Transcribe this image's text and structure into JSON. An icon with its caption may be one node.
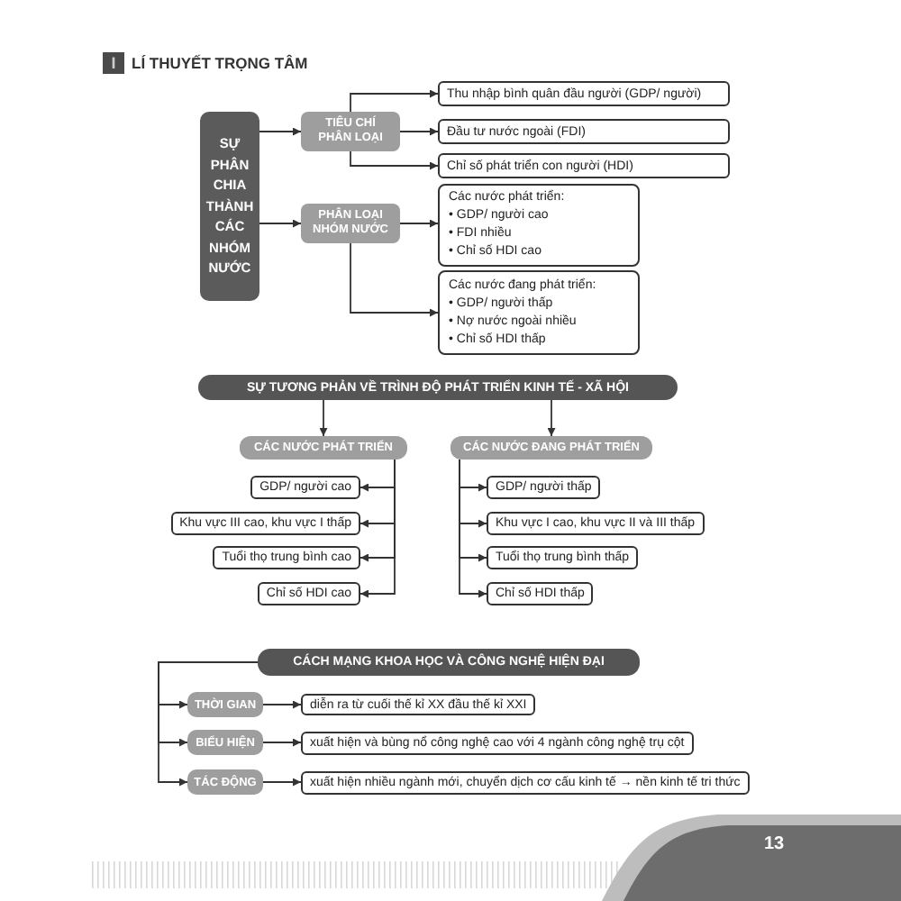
{
  "diagram": {
    "title": "LÍ THUYẾT TRỌNG TÂM",
    "nodes": [
      {
        "text": [
          "SỰ PHÂN CHIA THÀNH CÁC NHÓM NƯỚC"
        ]
      },
      {
        "text": [
          "TIÊU CHÍ PHÂN LOẠI"
        ]
      },
      {
        "text": [
          "PHÂN LOẠI NHÓM NƯỚC"
        ]
      },
      {
        "text": [
          "Thu nhập bình quân đầu người (GDP/ người)"
        ]
      },
      {
        "text": [
          "Đầu tư nước ngoài (FDI)"
        ]
      },
      {
        "text": [
          "Chỉ số phát triển con người (HDI)"
        ]
      },
      {
        "text": [
          "Các nước phát triển:",
          "• GDP/ người cao",
          "• FDI nhiều",
          "• Chỉ số HDI cao"
        ]
      },
      {
        "text": [
          "Các nước đang phát triển:",
          "• GDP/ người thấp",
          "• Nợ nước ngoài nhiều",
          "• Chỉ số HDI thấp"
        ]
      },
      {
        "text": [
          "SỰ TƯƠNG PHẢN VỀ TRÌNH ĐỘ PHÁT TRIỂN KINH TẾ - XÃ HỘI"
        ]
      },
      {
        "text": [
          "CÁC NƯỚC PHÁT TRIỂN"
        ]
      },
      {
        "text": [
          "CÁC NƯỚC ĐANG PHÁT TRIỂN"
        ]
      },
      {
        "text": [
          "GDP/ người cao"
        ]
      },
      {
        "text": [
          "Khu vực III cao, khu vực I thấp"
        ]
      },
      {
        "text": [
          "Tuổi thọ trung bình cao"
        ]
      },
      {
        "text": [
          "Chỉ số HDI cao"
        ]
      },
      {
        "text": [
          "GDP/ người thấp"
        ]
      },
      {
        "text": [
          "Khu vực I cao, khu vực II và III thấp"
        ]
      },
      {
        "text": [
          "Tuổi thọ trung bình thấp"
        ]
      },
      {
        "text": [
          "Chỉ số HDI thấp"
        ]
      },
      {
        "text": [
          "CÁCH MẠNG KHOA HỌC VÀ CÔNG NGHỆ HIỆN ĐẠI"
        ]
      },
      {
        "text": [
          "THỜI GIAN"
        ]
      },
      {
        "text": [
          "diễn ra từ cuối thế kỉ XX đầu thế kỉ XXI"
        ]
      },
      {
        "text": [
          "BIỂU HIỆN"
        ]
      },
      {
        "text": [
          "xuất hiện và bùng nổ công nghệ cao với 4 ngành công nghệ trụ cột"
        ]
      },
      {
        "text": [
          "TÁC ĐỘNG"
        ]
      },
      {
        "text": [
          "xuất hiện nhiều ngành mới, chuyển dịch cơ cấu kinh tế → nền kinh tế tri thức"
        ]
      }
    ],
    "edges": [
      {
        "from": 0,
        "to": 1,
        "arrow": "to"
      },
      {
        "from": 0,
        "to": 2,
        "arrow": "to"
      },
      {
        "from": 1,
        "to": 3,
        "arrow": "to"
      },
      {
        "from": 1,
        "to": 4,
        "arrow": "to"
      },
      {
        "from": 1,
        "to": 5,
        "arrow": "to"
      },
      {
        "from": 2,
        "to": 6,
        "arrow": "to"
      },
      {
        "from": 2,
        "to": 7,
        "arrow": "to"
      },
      {
        "from": 8,
        "to": 9,
        "arrow": "to"
      },
      {
        "from": 8,
        "to": 10,
        "arrow": "to"
      },
      {
        "from": 9,
        "to": 11,
        "arrow": "to"
      },
      {
        "from": 9,
        "to": 12,
        "arrow": "to"
      },
      {
        "from": 9,
        "to": 13,
        "arrow": "to"
      },
      {
        "from": 9,
        "to": 14,
        "arrow": "to"
      },
      {
        "from": 10,
        "to": 15,
        "arrow": "to"
      },
      {
        "from": 10,
        "to": 16,
        "arrow": "to"
      },
      {
        "from": 10,
        "to": 17,
        "arrow": "to"
      },
      {
        "from": 10,
        "to": 18,
        "arrow": "to"
      },
      {
        "from": 19,
        "to": 20,
        "arrow": "to"
      },
      {
        "from": 19,
        "to": 22,
        "arrow": "to"
      },
      {
        "from": 19,
        "to": 24,
        "arrow": "to"
      },
      {
        "from": 20,
        "to": 21,
        "arrow": "to"
      },
      {
        "from": 22,
        "to": 23,
        "arrow": "to"
      },
      {
        "from": 24,
        "to": 25,
        "arrow": "to"
      }
    ],
    "labels": [
      "I",
      "13"
    ]
  }
}
